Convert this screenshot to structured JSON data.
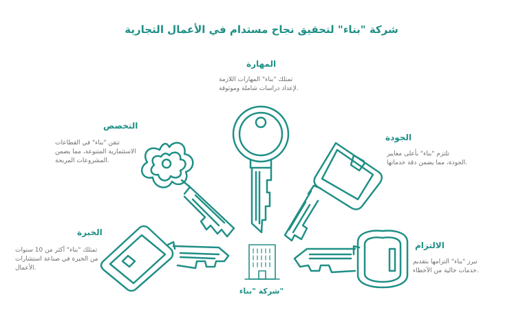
{
  "title": "شركة \"بناء\" لتحقيق نجاح مستدام في الأعمال التجارية",
  "center": {
    "label": "شركة \"بناء\""
  },
  "items": {
    "skill": {
      "heading": "المهارة",
      "lines": [
        "تمتلك \"بناء\" المهارات اللازمة",
        "لإعداد دراسات شاملة وموثوقة."
      ]
    },
    "specialization": {
      "heading": "التخصص",
      "lines": [
        "تتقن \"بناء\" في القطاعات",
        "الاستثمارية المتنوعة، مما يضمن",
        "المشروعات المربحة."
      ]
    },
    "quality": {
      "heading": "الجودة",
      "lines": [
        "تلتزم \"بناء\" بأعلى معايير",
        "الجودة، مما يضمن دقة خدماتها."
      ]
    },
    "experience": {
      "heading": "الخبرة",
      "lines": [
        "تمتلك \"بناء\" أكثر من 10 سنوات",
        "من الخبرة في صناعة استشارات",
        "الأعمال."
      ]
    },
    "commitment": {
      "heading": "الالتزام",
      "lines": [
        "تبرز \"بناء\" التزامها بتقديم",
        "خدمات خالية من الأخطاء."
      ]
    }
  },
  "colors": {
    "accent": "#1f8f86",
    "text": "#6d6d6d"
  },
  "icons": [
    "round-bow-key-icon",
    "clover-bow-key-icon",
    "square-bow-key-icon",
    "diamond-bow-key-icon",
    "shield-bow-key-icon",
    "building-icon"
  ]
}
